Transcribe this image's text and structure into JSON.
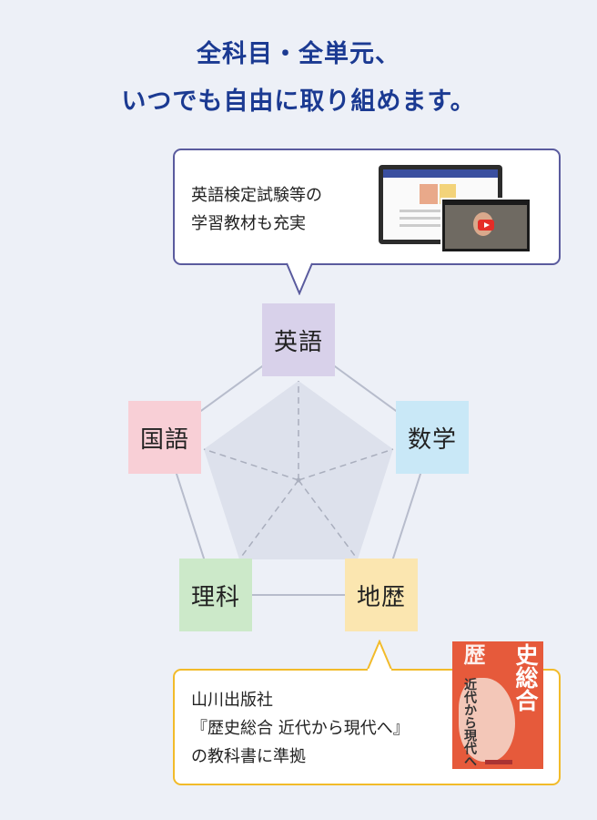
{
  "headline": {
    "line1": "全科目・全単元、",
    "line2": "いつでも自由に取り組めます。"
  },
  "top_callout": {
    "line1": "英語検定試験等の",
    "line2": "学習教材も充実",
    "border_color": "#5a5b9e"
  },
  "bottom_callout": {
    "line1": "山川出版社",
    "line2": "『歴史総合 近代から現代へ』",
    "line3": "の教科書に準拠",
    "border_color": "#f2bb2a"
  },
  "subjects": [
    {
      "label": "英語",
      "color": "#d8d1ea"
    },
    {
      "label": "数学",
      "color": "#c9e8f7"
    },
    {
      "label": "地歴",
      "color": "#fbe6b0"
    },
    {
      "label": "理科",
      "color": "#cce9c9"
    },
    {
      "label": "国語",
      "color": "#f8cfd6"
    }
  ],
  "book": {
    "title_top": "歴",
    "title_side": "史総合",
    "subtitle": "近代から現代へ"
  },
  "icons": {
    "device": "tablet-with-video-icon",
    "video": "youtube-play-icon"
  }
}
